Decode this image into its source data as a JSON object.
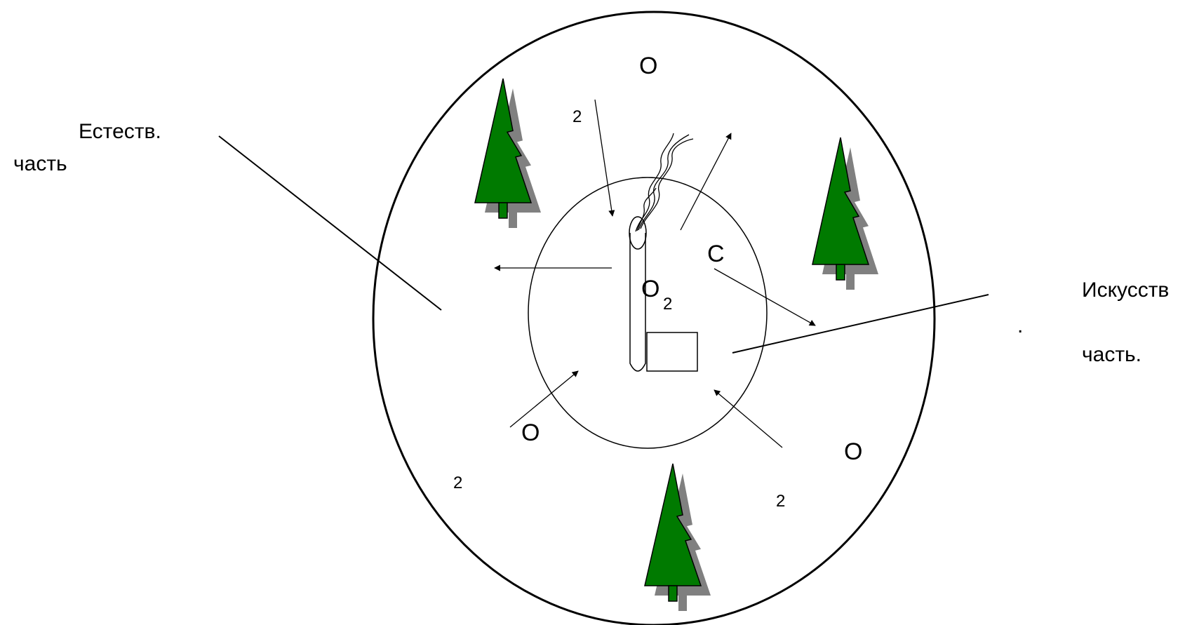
{
  "labels": {
    "natural_line1": "Естеств.",
    "natural_line2": "часть",
    "artificial_line1": "Искусств",
    "artificial_dot": ".",
    "artificial_line2": "часть.",
    "o_top": "O",
    "o_top_sub": "2",
    "o_left": "O",
    "o_left_sub": "2",
    "o_right": "O",
    "o_right_sub": "2",
    "center_c": "C",
    "center_o": "O",
    "center_o_sub": "2"
  },
  "colors": {
    "tree_fill": "#007a00",
    "tree_shadow": "#808080",
    "line": "#000000",
    "background": "#ffffff"
  }
}
